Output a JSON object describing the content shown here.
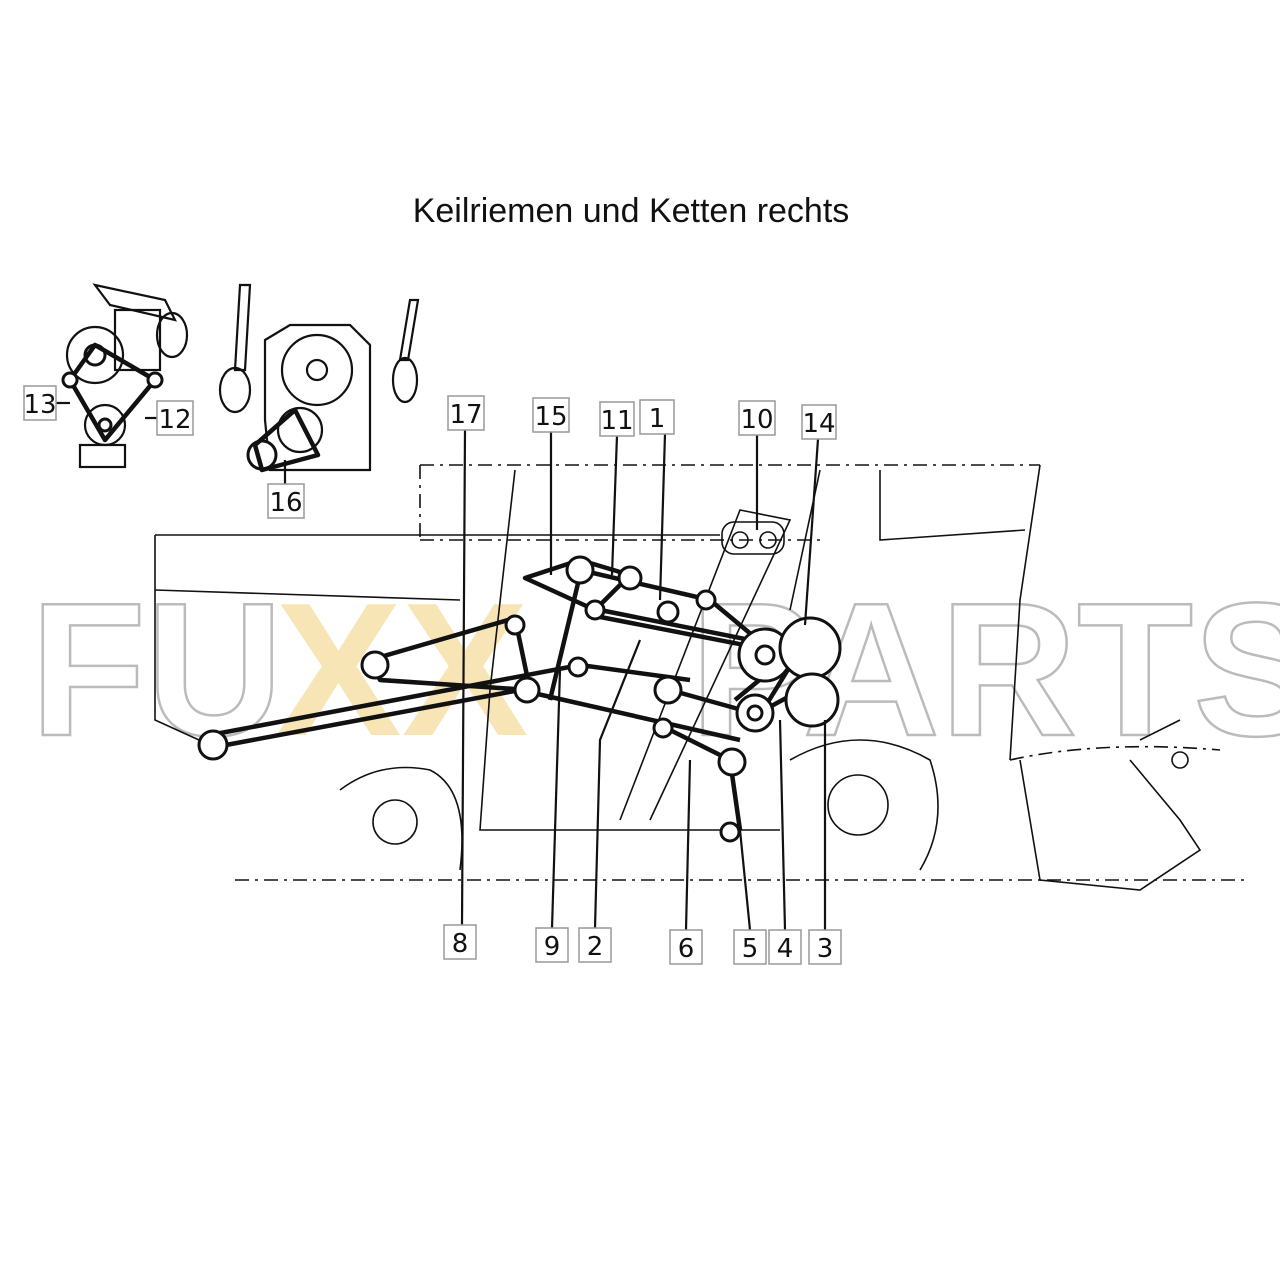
{
  "title": "Keilriemen und Ketten rechts",
  "watermark": {
    "left": "FU",
    "middle": "XX",
    "right": "PARTS",
    "accent_color": "#f3cf7a"
  },
  "callouts": {
    "c13": "13",
    "c12": "12",
    "c16": "16",
    "c17": "17",
    "c15": "15",
    "c11": "11",
    "c1": "1",
    "c10": "10",
    "c14": "14",
    "c8": "8",
    "c9": "9",
    "c2": "2",
    "c6": "6",
    "c5": "5",
    "c4": "4",
    "c3": "3"
  }
}
